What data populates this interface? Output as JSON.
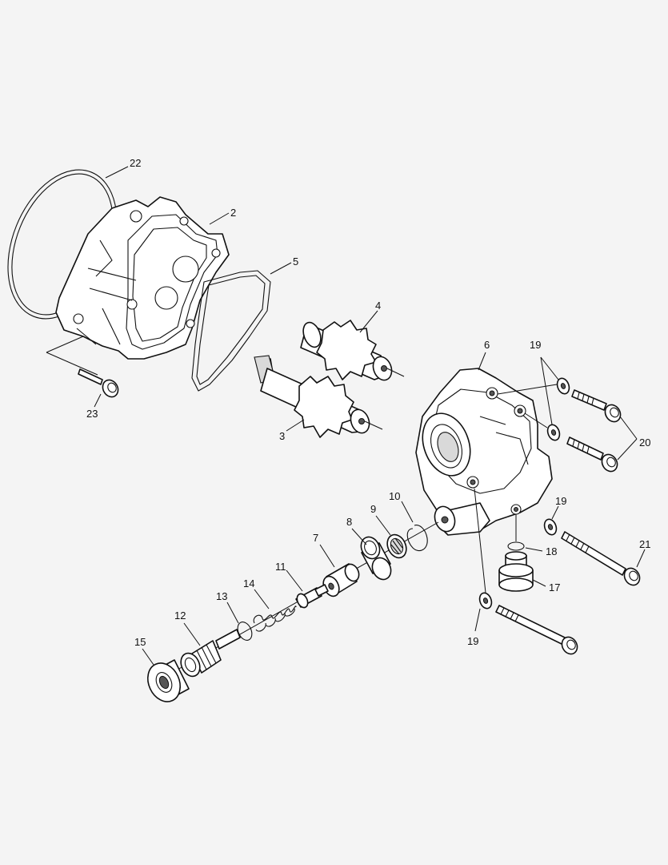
{
  "callouts": {
    "c2": "2",
    "c3": "3",
    "c4": "4",
    "c5": "5",
    "c6": "6",
    "c7": "7",
    "c8": "8",
    "c9": "9",
    "c10": "10",
    "c11": "11",
    "c12": "12",
    "c13": "13",
    "c14": "14",
    "c15": "15",
    "c17": "17",
    "c18": "18",
    "c19a": "19",
    "c19b": "19",
    "c19c": "19",
    "c20": "20",
    "c21": "21",
    "c22": "22",
    "c23": "23"
  }
}
